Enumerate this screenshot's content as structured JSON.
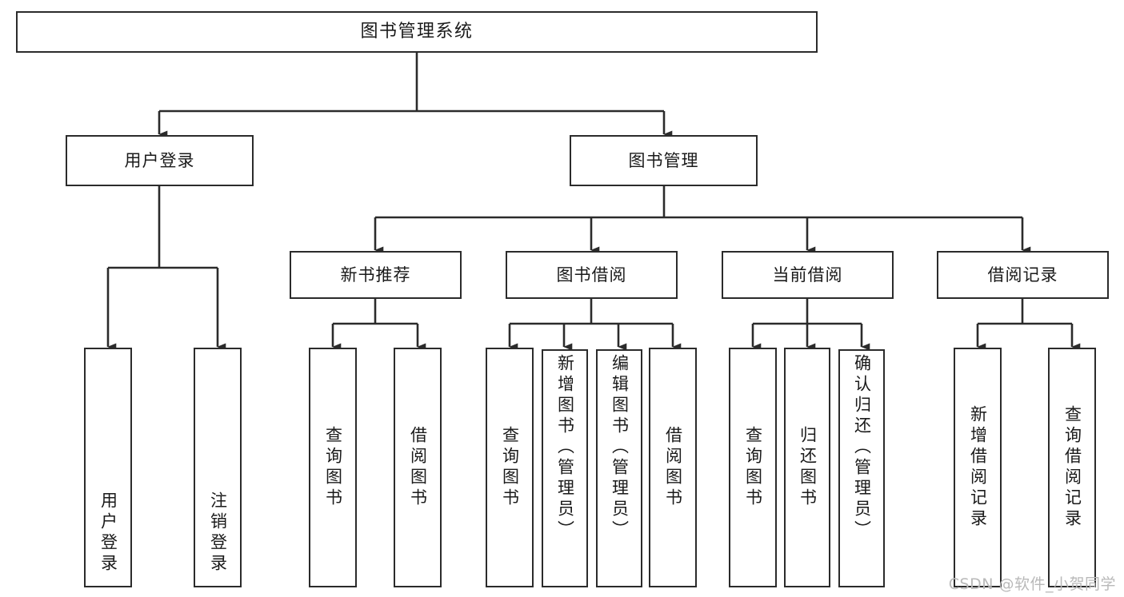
{
  "diagram": {
    "title": "图书管理系统",
    "type": "hierarchy-tree",
    "watermark": "CSDN @软件_小贺同学",
    "colors": {
      "node_border": "#2b2b2b",
      "node_fill": "#ffffff",
      "edge": "#2b2b2b",
      "text": "#1a1a1a",
      "watermark": "#b9b9b9",
      "background": "#ffffff"
    },
    "nodes": {
      "root": {
        "label": "图书管理系统"
      },
      "level2": [
        {
          "id": "user-login",
          "label": "用户登录"
        },
        {
          "id": "book-management",
          "label": "图书管理"
        }
      ],
      "level3": [
        {
          "id": "new-book-recommend",
          "label": "新书推荐"
        },
        {
          "id": "book-borrow",
          "label": "图书借阅"
        },
        {
          "id": "current-borrow",
          "label": "当前借阅"
        },
        {
          "id": "borrow-record",
          "label": "借阅记录"
        }
      ],
      "leaves": {
        "user_login": [
          {
            "id": "leaf-user-login",
            "label": "用户登录"
          },
          {
            "id": "leaf-user-logout",
            "label": "注销登录"
          }
        ],
        "new_book_recommend": [
          {
            "id": "leaf-query-book-1",
            "label": "查询图书"
          },
          {
            "id": "leaf-borrow-book-1",
            "label": "借阅图书"
          }
        ],
        "book_borrow": [
          {
            "id": "leaf-query-book-2",
            "label": "查询图书"
          },
          {
            "id": "leaf-add-book",
            "label": "新增图书（管理员）"
          },
          {
            "id": "leaf-edit-book",
            "label": "编辑图书（管理员）"
          },
          {
            "id": "leaf-borrow-book-2",
            "label": "借阅图书"
          }
        ],
        "current_borrow": [
          {
            "id": "leaf-query-book-3",
            "label": "查询图书"
          },
          {
            "id": "leaf-return-book",
            "label": "归还图书"
          },
          {
            "id": "leaf-confirm-return",
            "label": "确认归还（管理员）"
          }
        ],
        "borrow_record": [
          {
            "id": "leaf-add-record",
            "label": "新增借阅记录"
          },
          {
            "id": "leaf-query-record",
            "label": "查询借阅记录"
          }
        ]
      }
    }
  }
}
